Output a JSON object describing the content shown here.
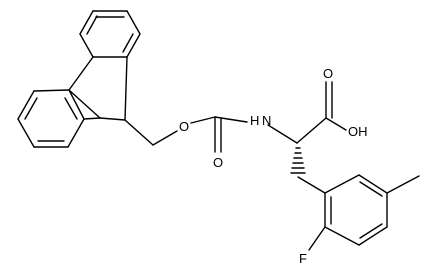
{
  "molecule": {
    "labels": {
      "O_ester": "O",
      "O_carbonyl": "O",
      "N_amine": "H N",
      "O_acid": "O",
      "OH_acid": "OH",
      "F_sub": "F"
    }
  },
  "colors": {
    "bond": "#000000",
    "text": "#000000",
    "background": "#ffffff"
  }
}
